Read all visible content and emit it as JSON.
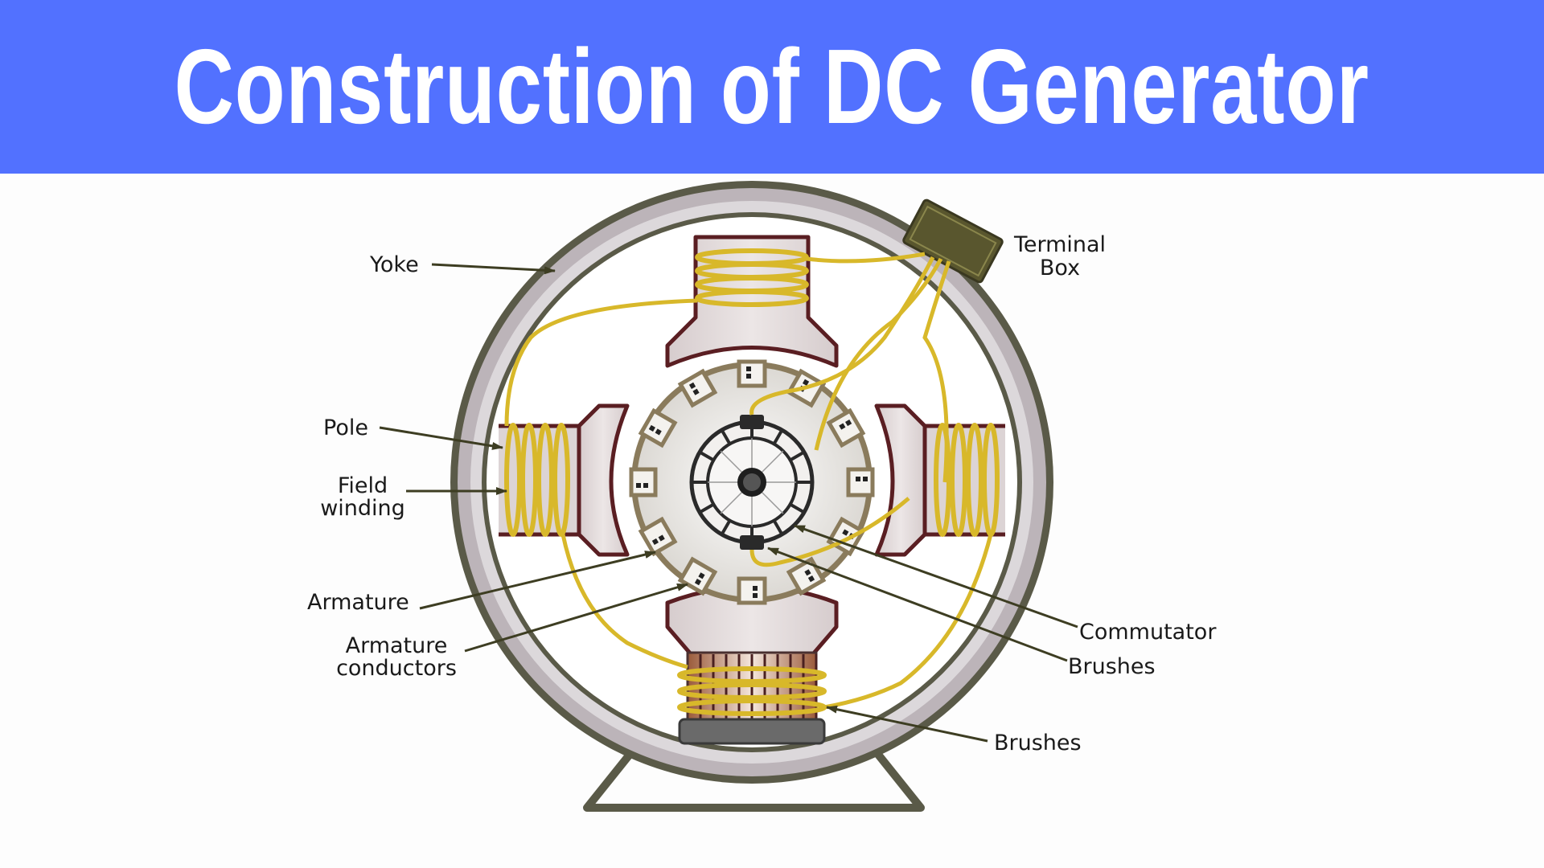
{
  "title": "Construction of DC Generator",
  "colors": {
    "banner": "#5271ff",
    "title_text": "#ffffff",
    "yoke": "#b9b3b8",
    "yoke_outline": "#4a4a40",
    "pole_fill": "#e3dcdd",
    "pole_outline": "#5a1e22",
    "winding": "#d8b82a",
    "armature_ring": "#8a7b5c",
    "terminal_box": "#59562e",
    "leader_line": "#3d3d22"
  },
  "labels": {
    "yoke": "Yoke",
    "pole": "Pole",
    "field_winding": [
      "Field",
      "winding"
    ],
    "armature": "Armature",
    "armature_conductors": [
      "Armature",
      "conductors"
    ],
    "terminal_box": [
      "Terminal",
      "Box"
    ],
    "commutator": "Commutator",
    "brushes_upper": "Brushes",
    "brushes_lower": "Brushes"
  }
}
